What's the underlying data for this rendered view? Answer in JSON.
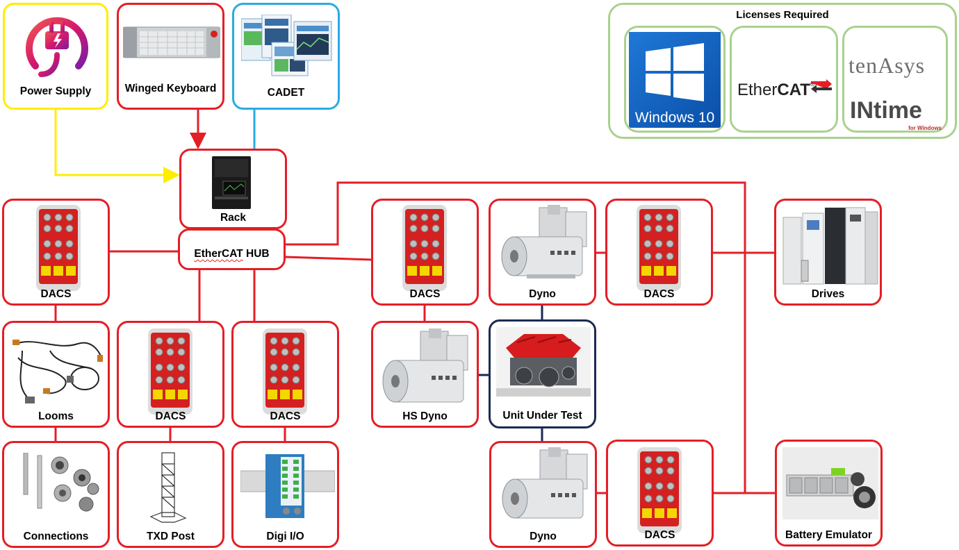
{
  "licenses": {
    "title": "Licenses Required",
    "windows_text": "Windows 10",
    "ethercat_text_a": "Ether",
    "ethercat_text_b": "CAT",
    "tenasys_text": "tenAsys",
    "intime_text": "INtime",
    "intime_sub": "for Windows"
  },
  "nodes": {
    "power_supply": "Power Supply",
    "winged_keyboard": "Winged Keyboard",
    "cadet": "CADET",
    "rack": "Rack",
    "ethercat_hub_a": "EtherCAT",
    "ethercat_hub_b": "HUB",
    "dacs": "DACS",
    "looms": "Looms",
    "connections": "Connections",
    "txd_post": "TXD Post",
    "digi_io": "Digi I/O",
    "hs_dyno": "HS Dyno",
    "dyno": "Dyno",
    "unit_under_test": "Unit Under Test",
    "drives": "Drives",
    "battery_emulator": "Battery Emulator"
  },
  "colors": {
    "red": "#e41e26",
    "yellow": "#ffed00",
    "blue": "#29abe2",
    "navy": "#1b2a52",
    "green": "#a9d18e"
  }
}
